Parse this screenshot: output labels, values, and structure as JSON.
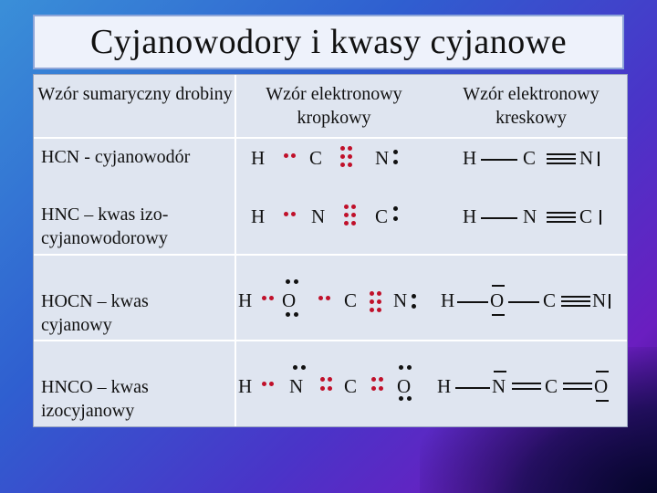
{
  "slide": {
    "title": "Cyjanowodory i kwasy cyjanowe"
  },
  "table": {
    "headers": [
      "Wzór sumaryczny drobiny",
      "Wzór elektronowy kropkowy",
      "Wzór elektronowy kreskowy"
    ],
    "rows": [
      {
        "name": "HCN - cyjanowodór",
        "dot_formula": [
          "H",
          "C",
          "N"
        ],
        "line_formula": [
          "H",
          "C",
          "N"
        ]
      },
      {
        "name": "HNC – kwas izo-cyjanowodorowy",
        "dot_formula": [
          "H",
          "N",
          "C"
        ],
        "line_formula": [
          "H",
          "N",
          "C"
        ]
      },
      {
        "name": "HOCN – kwas cyjanowy",
        "dot_formula": [
          "H",
          "O",
          "C",
          "N"
        ],
        "line_formula": [
          "H",
          "O",
          "C",
          "N"
        ]
      },
      {
        "name": "HNCO – kwas izocyjanowy",
        "dot_formula": [
          "H",
          "N",
          "C",
          "O"
        ],
        "line_formula": [
          "H",
          "N",
          "C",
          "O"
        ]
      }
    ]
  },
  "colors": {
    "electron_pair_shared": "#c0102a",
    "electron_pair_lone": "#111111",
    "bond": "#111111"
  }
}
